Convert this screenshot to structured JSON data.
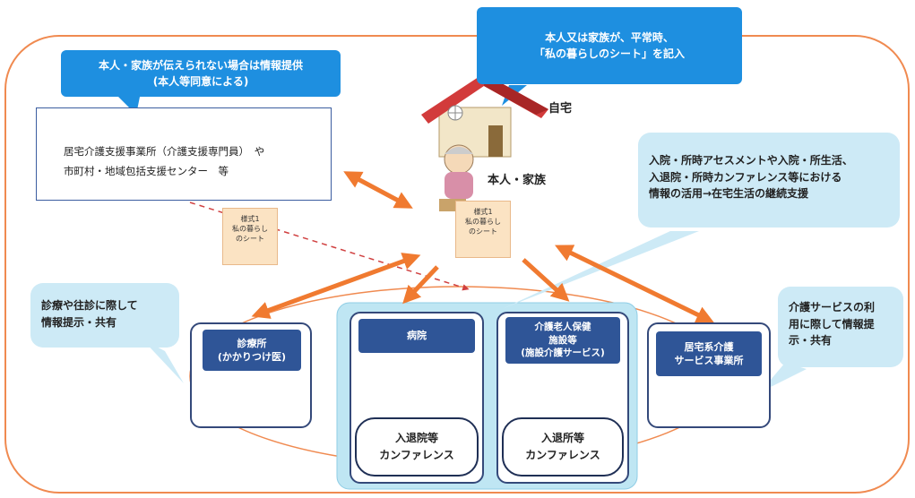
{
  "callouts": {
    "top_center": [
      "本人又は家族が、平常時、",
      "「私の暮らしのシート」を記入"
    ],
    "top_left": [
      "本人・家族が伝えられない場合は情報提供",
      "(本人等同意による)"
    ],
    "right_mid": [
      "入院・所時アセスメントや入院・所生活、",
      "入退院・所時カンファレンス等における",
      "情報の活用→在宅生活の継続支援"
    ],
    "left_low": [
      "診療や往診に際して",
      "情報提示・共有"
    ],
    "right_low": [
      "介護サービスの利",
      "用に際して情報提",
      "示・共有"
    ]
  },
  "home": {
    "label": "自宅"
  },
  "person": {
    "label": "本人・家族"
  },
  "care_office": {
    "line1": "居宅介護支援事業所（介護支援専門員）　や",
    "line2": "市町村・地域包括支援センター　等"
  },
  "note_left": [
    "様式1",
    "私の暮らし",
    "のシート"
  ],
  "note_center": [
    "様式1",
    "私の暮らし",
    "のシート"
  ],
  "clinic": {
    "line1": "診療所",
    "line2": "(かかりつけ医)"
  },
  "hospital": {
    "line1": "病院"
  },
  "facility": {
    "line1": "介護老人保健",
    "line2": "施設等",
    "line3": "(施設介護サービス)"
  },
  "home_service": {
    "line1": "居宅系介護",
    "line2": "サービス事業所"
  },
  "conf_hospital": {
    "line1": "入退院等",
    "line2": "カンファレンス"
  },
  "conf_facility": {
    "line1": "入退所等",
    "line2": "カンファレンス"
  },
  "colors": {
    "outline": "#f08a50",
    "arrow": "#f07a30",
    "blue": "#1e8fe0",
    "navy": "#2f5597",
    "teal": "#cdeaf6"
  }
}
